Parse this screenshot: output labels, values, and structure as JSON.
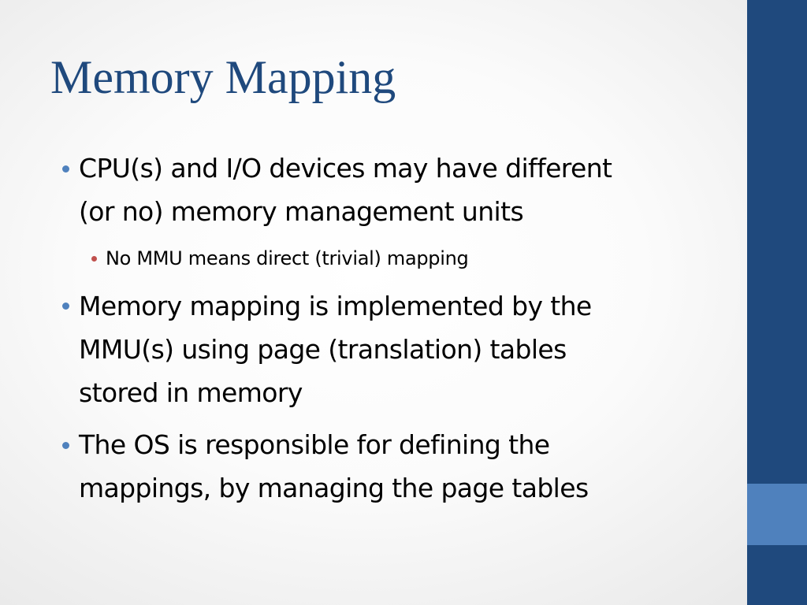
{
  "slide": {
    "title": "Memory Mapping",
    "bullets": [
      {
        "level": 1,
        "lines": [
          "CPU(s) and I/O devices may have different",
          "(or no) memory management units"
        ]
      },
      {
        "level": 2,
        "lines": [
          "No MMU means direct (trivial) mapping"
        ]
      },
      {
        "level": 1,
        "lines": [
          "Memory mapping is implemented by the",
          "MMU(s) using page (translation) tables",
          "stored in memory"
        ]
      },
      {
        "level": 1,
        "lines": [
          "The OS is responsible for defining the",
          "mappings, by managing the page tables"
        ]
      }
    ]
  },
  "colors": {
    "title": "#1F497D",
    "bullet_level1": "#4F81BD",
    "bullet_level2": "#C0504D",
    "side_band": "#1F497D",
    "side_accent": "#4F81BD"
  }
}
